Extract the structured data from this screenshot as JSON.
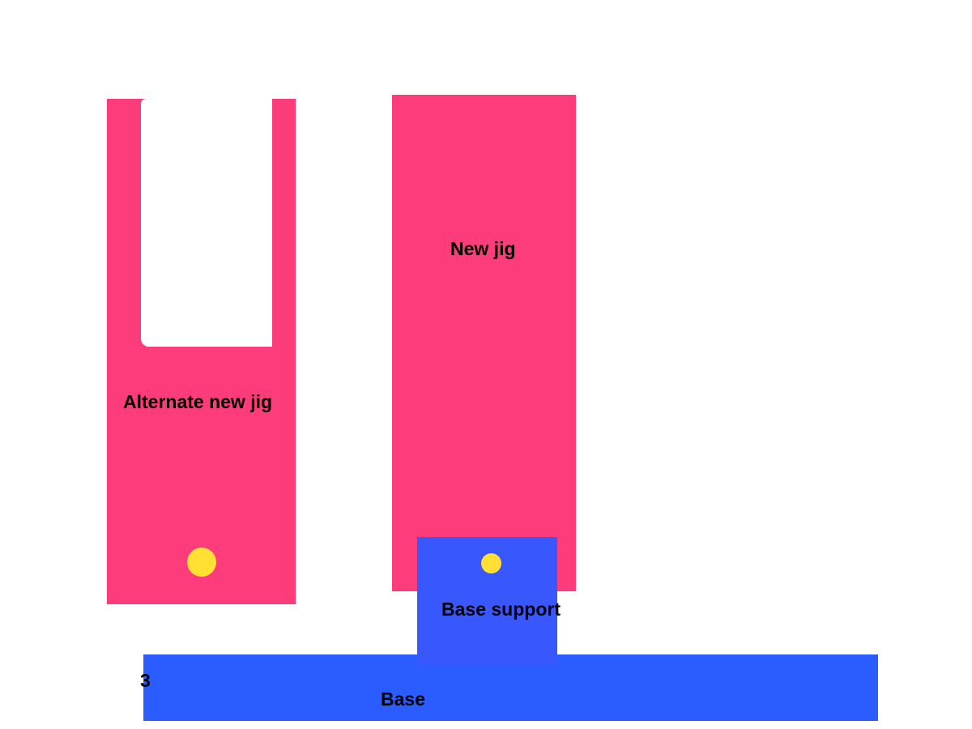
{
  "diagram": {
    "alternate_jig": {
      "label": "Alternate new jig",
      "color": "#fd3c7c",
      "pin_color": "#ffe033"
    },
    "new_jig": {
      "label": "New jig",
      "color": "#fd3c7c"
    },
    "base_support": {
      "label": "Base support",
      "color": "#3858fd",
      "pin_color": "#ffe033"
    },
    "base": {
      "label": "Base",
      "color": "#2a5cff",
      "corner_text": "3"
    }
  }
}
